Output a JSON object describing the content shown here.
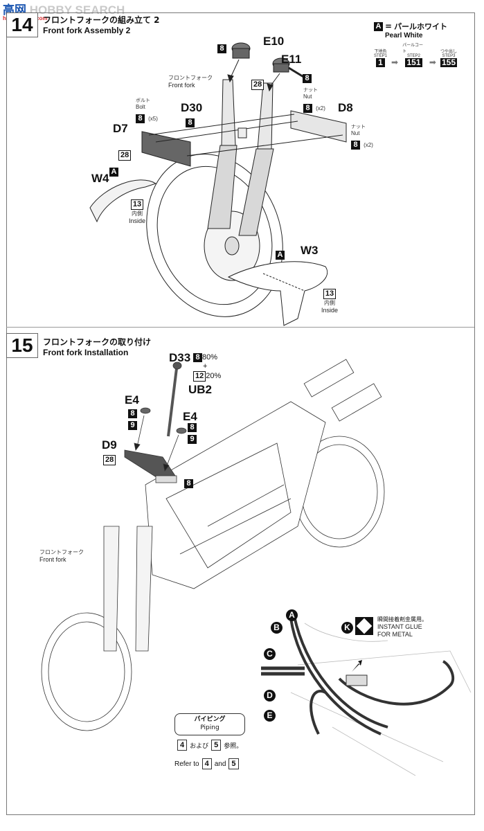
{
  "watermark": {
    "cn": "高网",
    "brand": "HOBBY SEARCH",
    "sub": "hobby-shop.com"
  },
  "step14": {
    "number": "14",
    "title_jp": "フロントフォークの組み立て 2",
    "title_en": "Front fork Assembly 2",
    "color_legend": {
      "code": "A",
      "name_jp": "パールホワイト",
      "name_en": "Pearl White",
      "steps": [
        {
          "label_jp": "下地色",
          "label_en": "STEP1",
          "color": "1"
        },
        {
          "label_jp": "パールコート",
          "label_en": "STEP2",
          "color": "151"
        },
        {
          "label_jp": "つや出し",
          "label_en": "STEP3",
          "color": "155"
        }
      ]
    },
    "callouts": {
      "e10": {
        "part": "E10",
        "color": "8",
        "color2": "28"
      },
      "e11": {
        "part": "E11",
        "color": "8"
      },
      "front_fork": {
        "jp": "フロントフォーク",
        "en": "Front fork"
      },
      "bolt": {
        "jp": "ボルト",
        "en": "Bolt",
        "color": "8",
        "qty": "(x5)"
      },
      "d30": {
        "part": "D30",
        "color": "8"
      },
      "d7": {
        "part": "D7",
        "color": "28"
      },
      "nut1": {
        "jp": "ナット",
        "en": "Nut",
        "color": "8",
        "qty": "(x2)"
      },
      "d8": {
        "part": "D8"
      },
      "nut2": {
        "jp": "ナット",
        "en": "Nut",
        "color": "8",
        "qty": "(x2)"
      },
      "w4": {
        "part": "W4",
        "color": "A",
        "inside_color": "13",
        "inside_jp": "内側",
        "inside_en": "Inside"
      },
      "w3": {
        "part": "W3",
        "color": "A",
        "inside_color": "13",
        "inside_jp": "内側",
        "inside_en": "Inside"
      }
    }
  },
  "step15": {
    "number": "15",
    "title_jp": "フロントフォークの取り付け",
    "title_en": "Front fork Installation",
    "callouts": {
      "d33": {
        "part": "D33",
        "mix": [
          {
            "color": "8",
            "pct": "80%"
          },
          {
            "color": "12",
            "pct": "20%"
          }
        ],
        "plus": "+"
      },
      "ub2": {
        "part": "UB2"
      },
      "e4_left": {
        "part": "E4",
        "color1": "8",
        "color2": "9"
      },
      "e4_right": {
        "part": "E4",
        "color1": "8",
        "color2": "9"
      },
      "d9": {
        "part": "D9",
        "color": "28"
      },
      "bolt_color": "8",
      "front_fork": {
        "jp": "フロントフォーク",
        "en": "Front fork"
      }
    },
    "piping_detail": {
      "lines": [
        "A",
        "B",
        "C",
        "D",
        "E"
      ],
      "k_label": "K",
      "glue_jp": "瞬間接着剤金属用。",
      "glue_en1": "INSTANT GLUE",
      "glue_en2": "FOR METAL"
    },
    "piping_note": {
      "title_jp": "パイピング",
      "title_en": "Piping",
      "ref_jp_mid": "および",
      "ref_jp_end": "参照。",
      "ref_en_pre": "Refer to",
      "ref_en_mid": "and",
      "ref_a": "4",
      "ref_b": "5"
    }
  }
}
